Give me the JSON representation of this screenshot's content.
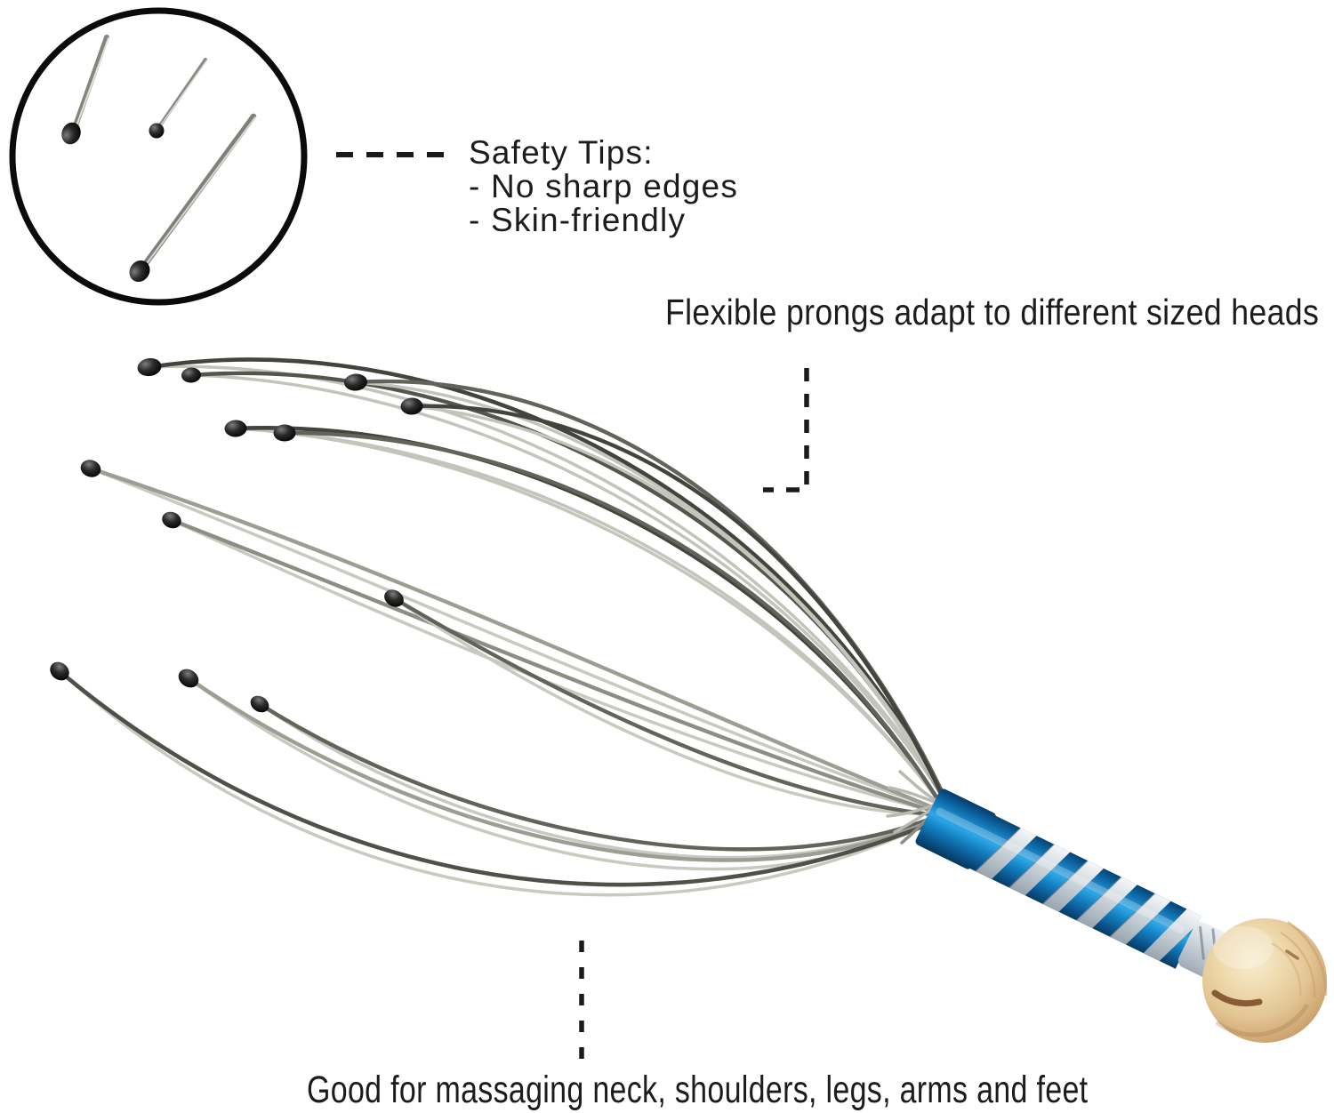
{
  "annotations": {
    "safety": {
      "title": "Safety Tips:",
      "item1": "- No sharp edges",
      "item2": "- Skin-friendly"
    },
    "flexible": {
      "label": "Flexible prongs adapt to different sized heads"
    },
    "bottom": {
      "label": "Good for massaging neck, shoulders, legs, arms and feet"
    }
  },
  "colors": {
    "background": "#ffffff",
    "text": "#1c1c1c",
    "leader_line": "#1a1a1a",
    "handle_blue": "#1b84c4",
    "handle_blue_bright": "#2ea6e6",
    "handle_blue_dark": "#083f6e",
    "handle_silver": "#c3ccd4",
    "wood_ball": "#e8cf9f",
    "wire_dark": "#44443e",
    "wire_light": "#9d9d94",
    "prong_bead": "#0a0a0a"
  }
}
